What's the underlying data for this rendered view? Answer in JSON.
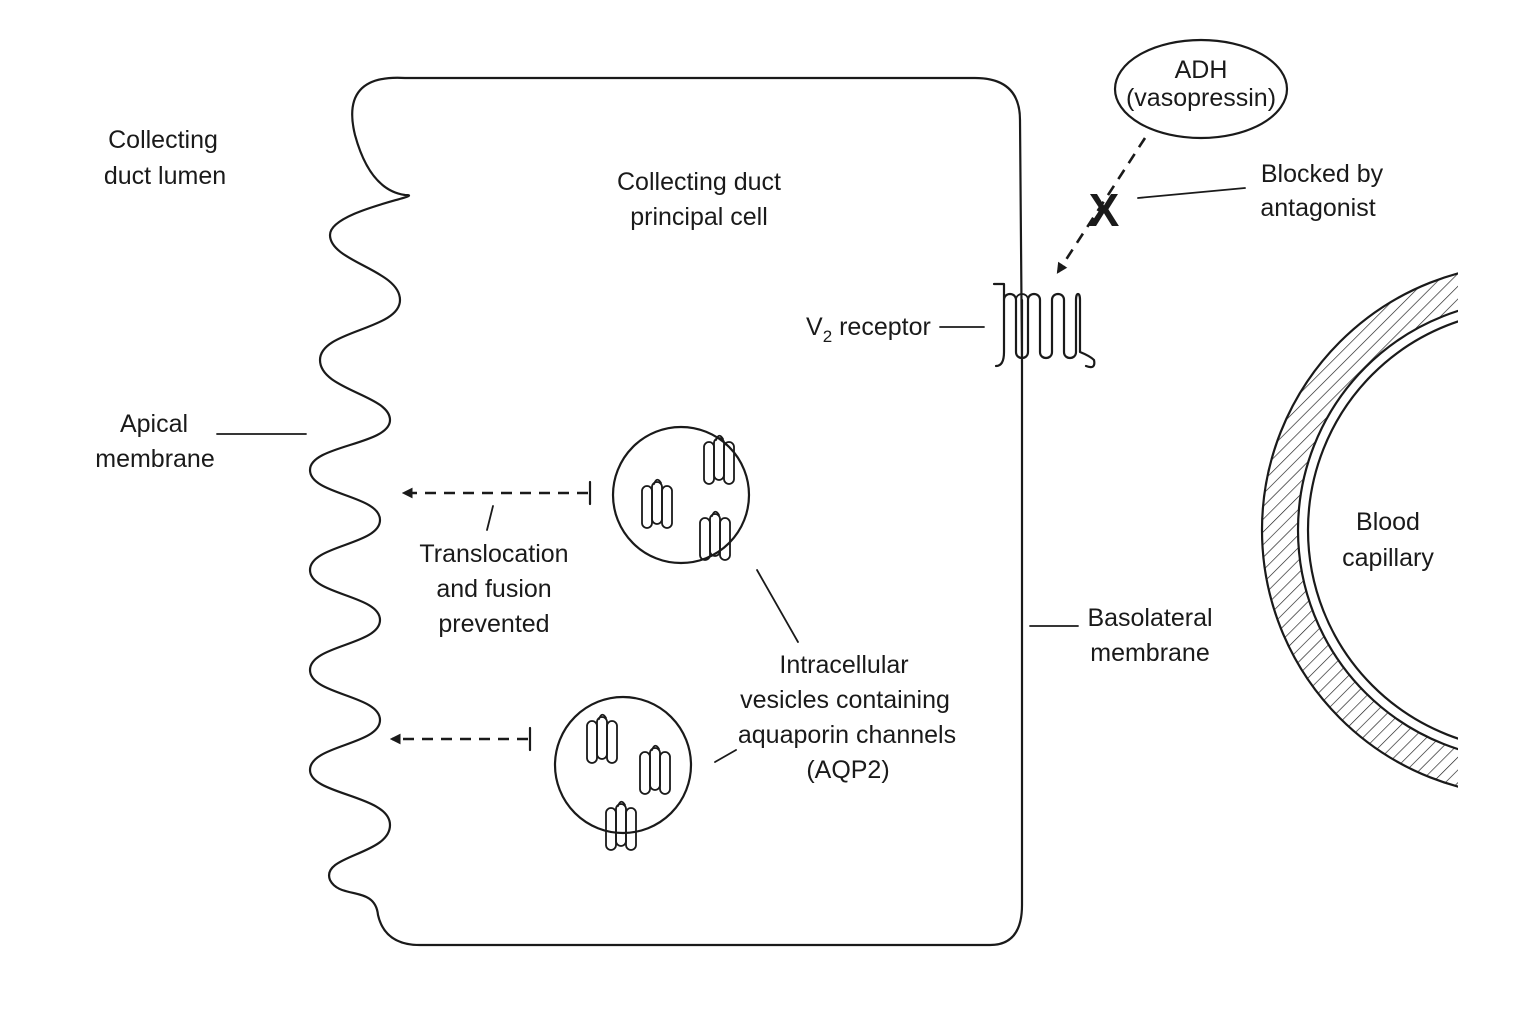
{
  "labels": {
    "lumen_line1": "Collecting",
    "lumen_line2": "duct lumen",
    "cell_line1": "Collecting duct",
    "cell_line2": "principal cell",
    "apical_line1": "Apical",
    "apical_line2": "membrane",
    "receptor_main": "V",
    "receptor_sub": "2",
    "receptor_rest": " receptor",
    "adh_line1": "ADH",
    "adh_line2": "(vasopressin)",
    "blocked_line1": "Blocked by",
    "blocked_line2": "antagonist",
    "translocation_line1": "Translocation",
    "translocation_line2": "and fusion",
    "translocation_line3": "prevented",
    "vesicles_line1": "Intracellular",
    "vesicles_line2": "vesicles containing",
    "vesicles_line3": "aquaporin channels",
    "vesicles_line4": "(AQP2)",
    "basolateral_line1": "Basolateral",
    "basolateral_line2": "membrane",
    "capillary_line1": "Blood",
    "capillary_line2": "capillary"
  },
  "symbols": {
    "block_mark": "X"
  },
  "colors": {
    "ink": "#1a1a1a",
    "background": "#ffffff"
  }
}
